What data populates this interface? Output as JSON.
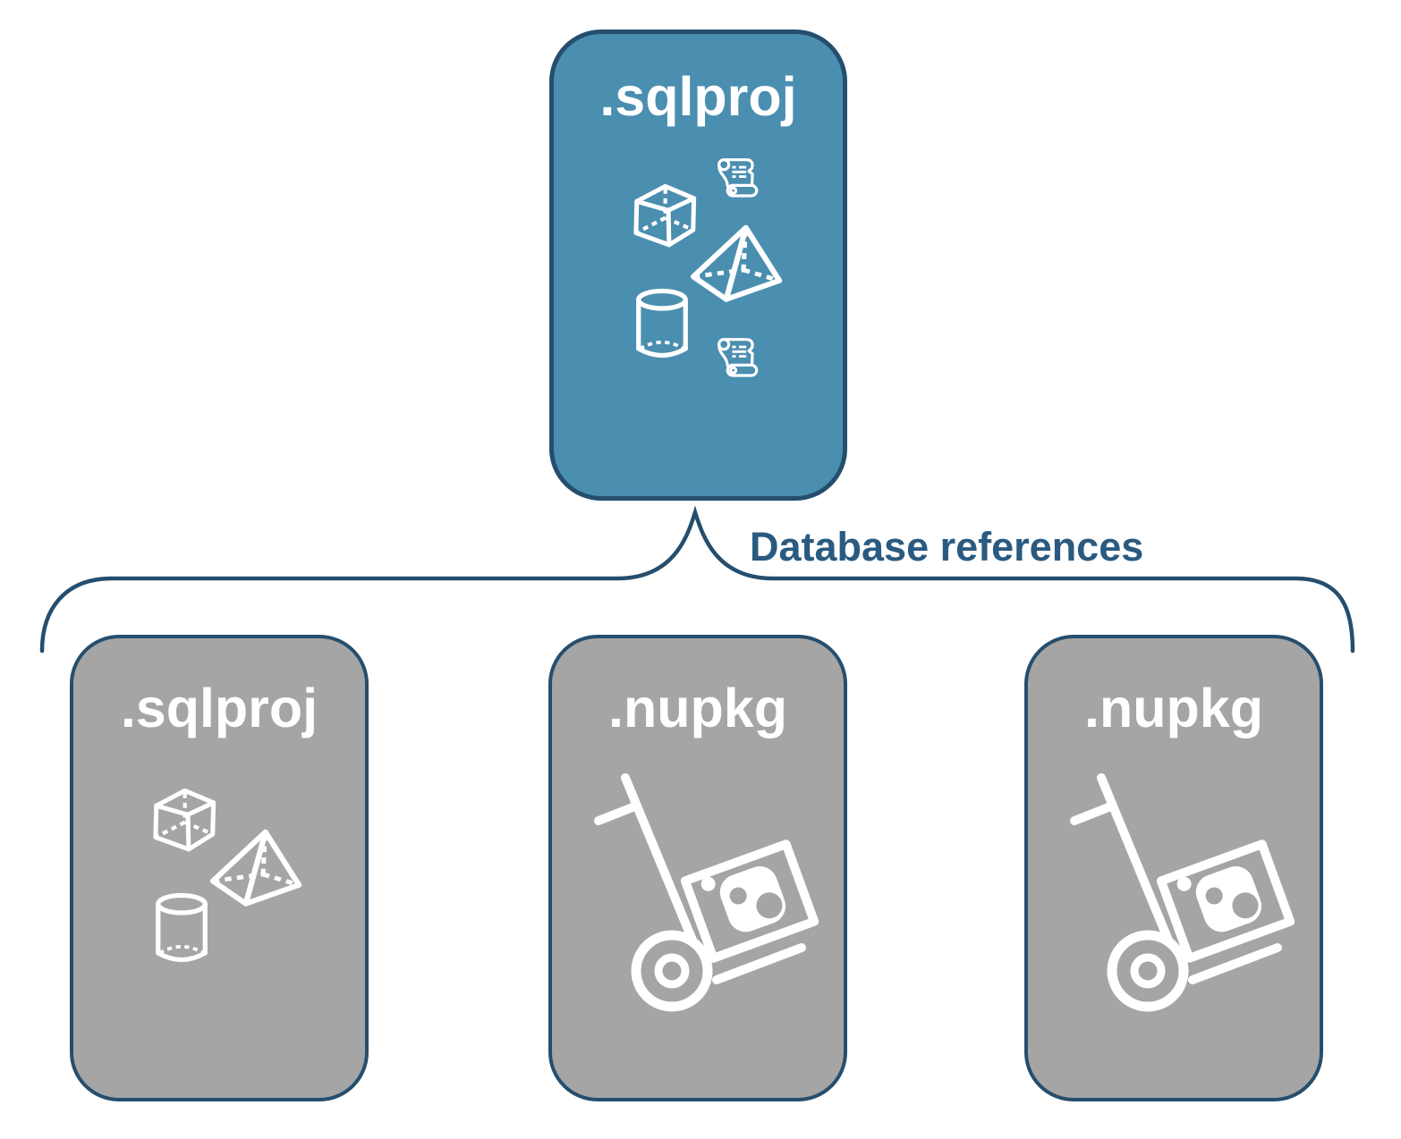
{
  "diagram": {
    "parent_node": {
      "label": ".sqlproj",
      "kind": "sql-project",
      "fill_color": "#4a8eb0",
      "border_color": "#254e6e",
      "icons": [
        "scroll-script-icon",
        "cube-3d-icon",
        "pyramid-3d-icon",
        "cylinder-database-icon",
        "scroll-script-icon"
      ]
    },
    "connector": {
      "label": "Database references",
      "shape": "curly-brace",
      "line_color": "#254e6e",
      "label_color": "#2a5a80"
    },
    "child_nodes": [
      {
        "label": ".sqlproj",
        "kind": "sql-project",
        "fill_color": "#a5a5a5",
        "border_color": "#254e6e",
        "icons": [
          "cube-3d-icon",
          "pyramid-3d-icon",
          "cylinder-database-icon"
        ]
      },
      {
        "label": ".nupkg",
        "kind": "nuget-package",
        "fill_color": "#a5a5a5",
        "border_color": "#254e6e",
        "icons": [
          "hand-truck-package-icon"
        ]
      },
      {
        "label": ".nupkg",
        "kind": "nuget-package",
        "fill_color": "#a5a5a5",
        "border_color": "#254e6e",
        "icons": [
          "hand-truck-package-icon"
        ]
      }
    ],
    "icon_color": "#ffffff",
    "background_color": "#ffffff"
  }
}
